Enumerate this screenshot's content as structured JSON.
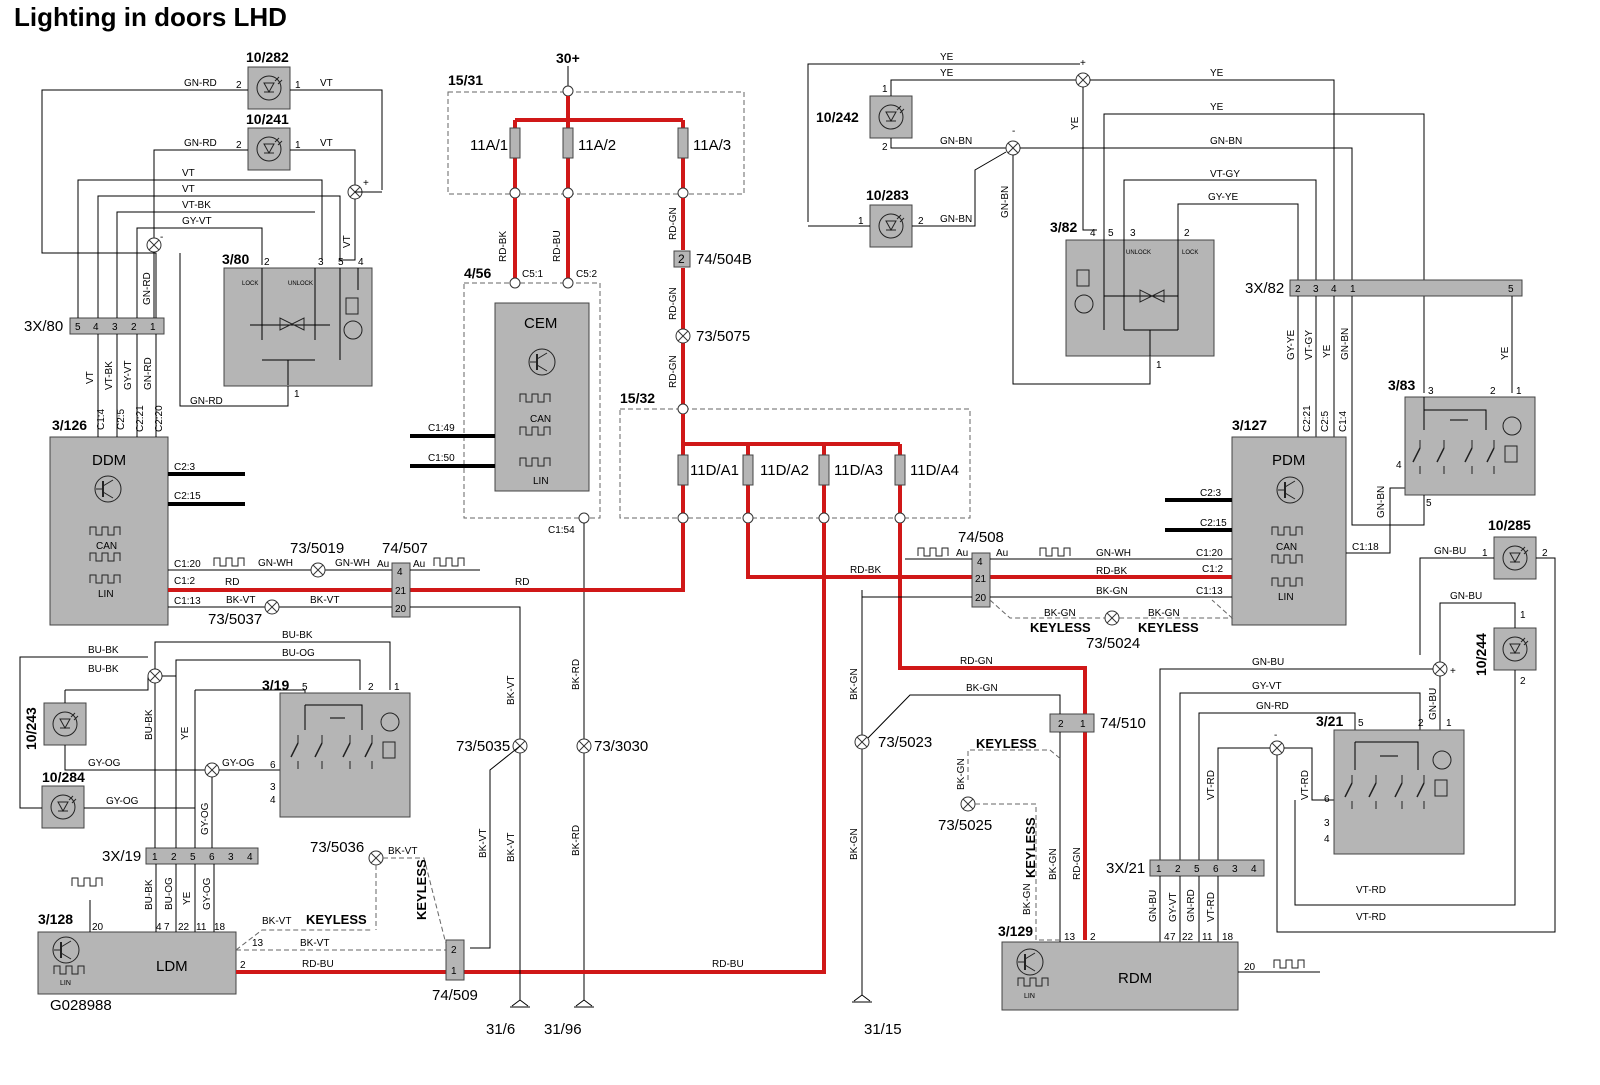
{
  "title": "Lighting in doors LHD",
  "drawing_id": "G028988",
  "supply": "30+",
  "fusebox_a": {
    "id": "15/31",
    "fuses": [
      "11A/1",
      "11A/2",
      "11A/3"
    ]
  },
  "fusebox_d": {
    "id": "15/32",
    "fuses": [
      "11D/A1",
      "11D/A2",
      "11D/A3",
      "11D/A4"
    ]
  },
  "cem": {
    "id": "4/56",
    "name": "CEM",
    "can": "CAN",
    "lin": "LIN",
    "pins": [
      "C5:1",
      "C5:2",
      "C1:49",
      "C1:50",
      "C1:54"
    ]
  },
  "ddm": {
    "id": "3/126",
    "name": "DDM",
    "can": "CAN",
    "lin": "LIN",
    "pins_top": [
      "C1:4",
      "C2:5",
      "C2:21",
      "C2:20"
    ],
    "pins_right": [
      "C2:3",
      "C2:15",
      "C1:20",
      "C1:2",
      "C1:13"
    ]
  },
  "pdm": {
    "id": "3/127",
    "name": "PDM",
    "can": "CAN",
    "lin": "LIN",
    "pins_top": [
      "C2:21",
      "C2:5",
      "C1:4"
    ],
    "pins_left": [
      "C2:3",
      "C2:15",
      "C1:20",
      "C1:2",
      "C1:13"
    ],
    "pin_right": "C1:18"
  },
  "ldm": {
    "id": "3/128",
    "name": "LDM",
    "lin": "LIN",
    "pins": [
      "20",
      "4",
      "7",
      "22",
      "11",
      "18",
      "13",
      "2"
    ]
  },
  "rdm": {
    "id": "3/129",
    "name": "RDM",
    "lin": "LIN",
    "pins": [
      "13",
      "2",
      "4",
      "7",
      "22",
      "11",
      "18",
      "20"
    ]
  },
  "locks": {
    "ids": [
      "3/80",
      "3/82"
    ],
    "lock": "LOCK",
    "unlock": "UNLOCK"
  },
  "door_units": [
    "3/19",
    "3/21",
    "3/83"
  ],
  "lamps": [
    "10/282",
    "10/241",
    "10/242",
    "10/283",
    "10/243",
    "10/284",
    "10/285",
    "10/244"
  ],
  "connectors": {
    "c3x80": {
      "id": "3X/80",
      "pins": [
        "5",
        "4",
        "3",
        "2",
        "1"
      ]
    },
    "c3x82": {
      "id": "3X/82",
      "pins": [
        "2",
        "3",
        "4",
        "1",
        "5"
      ]
    },
    "c3x19": {
      "id": "3X/19",
      "pins": [
        "1",
        "2",
        "5",
        "6",
        "3",
        "4"
      ]
    },
    "c3x21": {
      "id": "3X/21",
      "pins": [
        "1",
        "2",
        "5",
        "6",
        "3",
        "4"
      ]
    },
    "c74_507": {
      "id": "74/507",
      "pins": [
        "4",
        "21",
        "20"
      ]
    },
    "c74_508": {
      "id": "74/508",
      "pins": [
        "4",
        "21",
        "20"
      ]
    },
    "c74_509": {
      "id": "74/509",
      "pins": [
        "2",
        "1"
      ]
    },
    "c74_510": {
      "id": "74/510",
      "pins": [
        "2",
        "1"
      ]
    },
    "c74_504b": {
      "id": "74/504B",
      "pin": "2"
    }
  },
  "splices": [
    "73/5075",
    "73/5019",
    "73/5037",
    "73/5035",
    "73/3030",
    "73/5036",
    "73/5023",
    "73/5024",
    "73/5025"
  ],
  "grounds": [
    "31/6",
    "31/96",
    "31/15"
  ],
  "keyless": "KEYLESS",
  "au": "Au",
  "wire_colors": {
    "gn_rd": "GN-RD",
    "vt": "VT",
    "vt_bk": "VT-BK",
    "gy_vt": "GY-VT",
    "rd_bk": "RD-BK",
    "rd_bu": "RD-BU",
    "rd_gn": "RD-GN",
    "ye": "YE",
    "gn_bn": "GN-BN",
    "vt_gy": "VT-GY",
    "gy_ye": "GY-YE",
    "gn_wh": "GN-WH",
    "rd": "RD",
    "bk_vt": "BK-VT",
    "bk_rd": "BK-RD",
    "bk_gn": "BK-GN",
    "bu_bk": "BU-BK",
    "bu_og": "BU-OG",
    "gy_og": "GY-OG",
    "gn_bu": "GN-BU",
    "gy_vt2": "GY-VT",
    "vt_rd": "VT-RD"
  },
  "colors": {
    "power": "#d01818",
    "module": "#b5b5b5"
  }
}
